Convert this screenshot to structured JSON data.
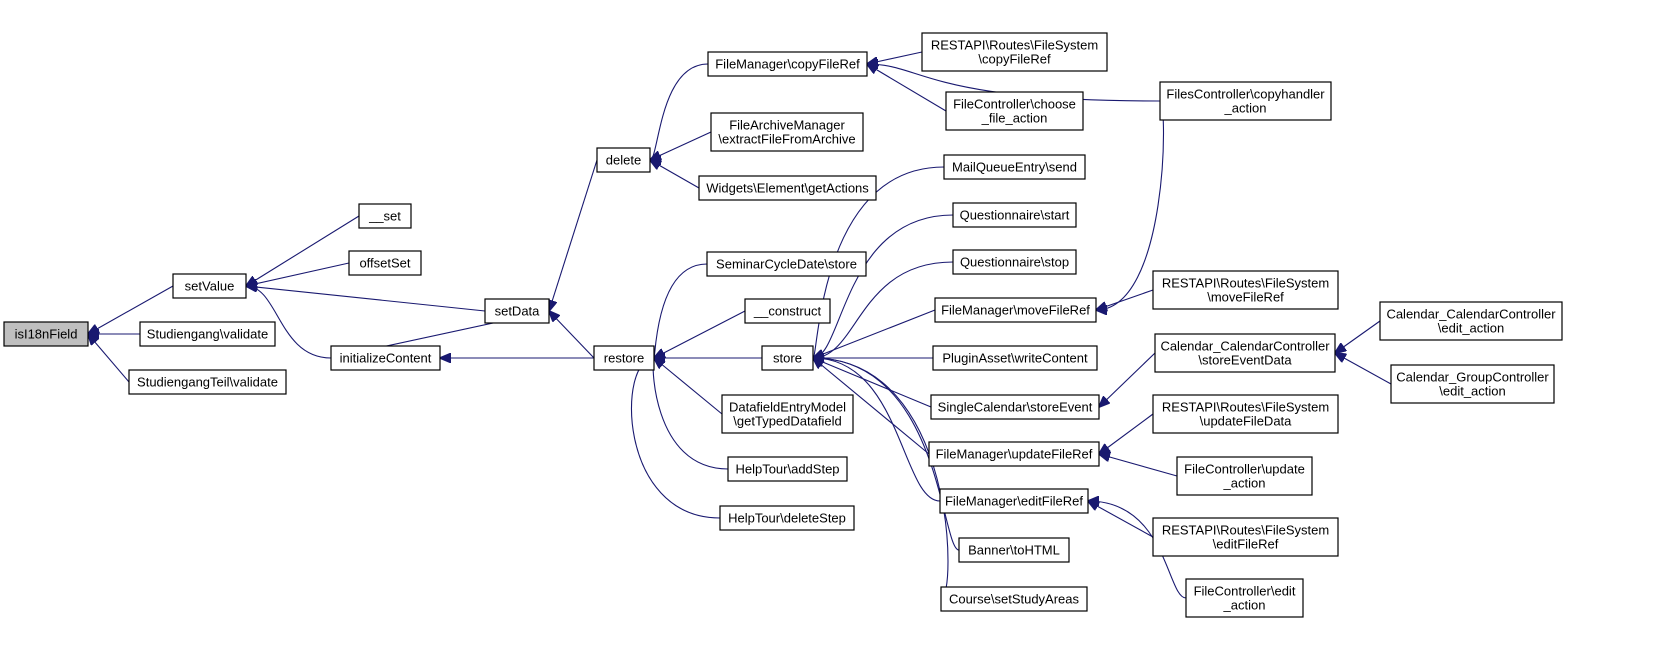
{
  "graph": {
    "root": "isI18nField",
    "nodes": [
      {
        "id": "isI18nField",
        "lines": [
          "isI18nField"
        ]
      },
      {
        "id": "setValue",
        "lines": [
          "setValue"
        ]
      },
      {
        "id": "studiengang_validate",
        "lines": [
          "Studiengang\\validate"
        ]
      },
      {
        "id": "studiengangteil_validate",
        "lines": [
          "StudiengangTeil\\validate"
        ]
      },
      {
        "id": "set",
        "lines": [
          "__set"
        ]
      },
      {
        "id": "offsetSet",
        "lines": [
          "offsetSet"
        ]
      },
      {
        "id": "setData",
        "lines": [
          "setData"
        ]
      },
      {
        "id": "initializeContent",
        "lines": [
          "initializeContent"
        ]
      },
      {
        "id": "restore",
        "lines": [
          "restore"
        ]
      },
      {
        "id": "delete",
        "lines": [
          "delete"
        ]
      },
      {
        "id": "fm_copyFileRef",
        "lines": [
          "FileManager\\copyFileRef"
        ]
      },
      {
        "id": "fam_extract",
        "lines": [
          "FileArchiveManager",
          "\\extractFileFromArchive"
        ]
      },
      {
        "id": "widgets_getActions",
        "lines": [
          "Widgets\\Element\\getActions"
        ]
      },
      {
        "id": "rest_copyFileRef",
        "lines": [
          "RESTAPI\\Routes\\FileSystem",
          "\\copyFileRef"
        ]
      },
      {
        "id": "fc_choose",
        "lines": [
          "FileController\\choose",
          "_file_action"
        ]
      },
      {
        "id": "files_copyhandler",
        "lines": [
          "FilesController\\copyhandler",
          "_action"
        ]
      },
      {
        "id": "scd_store",
        "lines": [
          "SeminarCycleDate\\store"
        ]
      },
      {
        "id": "construct",
        "lines": [
          "__construct"
        ]
      },
      {
        "id": "store",
        "lines": [
          "store"
        ]
      },
      {
        "id": "dem_getTyped",
        "lines": [
          "DatafieldEntryModel",
          "\\getTypedDatafield"
        ]
      },
      {
        "id": "ht_addStep",
        "lines": [
          "HelpTour\\addStep"
        ]
      },
      {
        "id": "ht_deleteStep",
        "lines": [
          "HelpTour\\deleteStep"
        ]
      },
      {
        "id": "mq_send",
        "lines": [
          "MailQueueEntry\\send"
        ]
      },
      {
        "id": "q_start",
        "lines": [
          "Questionnaire\\start"
        ]
      },
      {
        "id": "q_stop",
        "lines": [
          "Questionnaire\\stop"
        ]
      },
      {
        "id": "fm_move",
        "lines": [
          "FileManager\\moveFileRef"
        ]
      },
      {
        "id": "pa_write",
        "lines": [
          "PluginAsset\\writeContent"
        ]
      },
      {
        "id": "sc_storeEvent",
        "lines": [
          "SingleCalendar\\storeEvent"
        ]
      },
      {
        "id": "fm_update",
        "lines": [
          "FileManager\\updateFileRef"
        ]
      },
      {
        "id": "fm_edit",
        "lines": [
          "FileManager\\editFileRef"
        ]
      },
      {
        "id": "banner_toHTML",
        "lines": [
          "Banner\\toHTML"
        ]
      },
      {
        "id": "course_setStudy",
        "lines": [
          "Course\\setStudyAreas"
        ]
      },
      {
        "id": "rest_moveFileRef",
        "lines": [
          "RESTAPI\\Routes\\FileSystem",
          "\\moveFileRef"
        ]
      },
      {
        "id": "ccc_storeEventData",
        "lines": [
          "Calendar_CalendarController",
          "\\storeEventData"
        ]
      },
      {
        "id": "rest_updateFileData",
        "lines": [
          "RESTAPI\\Routes\\FileSystem",
          "\\updateFileData"
        ]
      },
      {
        "id": "fc_update",
        "lines": [
          "FileController\\update",
          "_action"
        ]
      },
      {
        "id": "rest_editFileRef",
        "lines": [
          "RESTAPI\\Routes\\FileSystem",
          "\\editFileRef"
        ]
      },
      {
        "id": "fc_edit",
        "lines": [
          "FileController\\edit",
          "_action"
        ]
      },
      {
        "id": "ccc_edit",
        "lines": [
          "Calendar_CalendarController",
          "\\edit_action"
        ]
      },
      {
        "id": "cgc_edit",
        "lines": [
          "Calendar_GroupController",
          "\\edit_action"
        ]
      }
    ],
    "edges": [
      [
        "setValue",
        "isI18nField"
      ],
      [
        "studiengang_validate",
        "isI18nField"
      ],
      [
        "studiengangteil_validate",
        "isI18nField"
      ],
      [
        "set",
        "setValue"
      ],
      [
        "offsetSet",
        "setValue"
      ],
      [
        "setData",
        "setValue"
      ],
      [
        "initializeContent",
        "setValue"
      ],
      [
        "restore",
        "setData"
      ],
      [
        "delete",
        "setData"
      ],
      [
        "initializeContent",
        "setData"
      ],
      [
        "restore",
        "initializeContent"
      ],
      [
        "fm_copyFileRef",
        "delete"
      ],
      [
        "fam_extract",
        "delete"
      ],
      [
        "widgets_getActions",
        "delete"
      ],
      [
        "rest_copyFileRef",
        "fm_copyFileRef"
      ],
      [
        "fc_choose",
        "fm_copyFileRef"
      ],
      [
        "files_copyhandler",
        "fm_copyFileRef"
      ],
      [
        "scd_store",
        "restore"
      ],
      [
        "construct",
        "restore"
      ],
      [
        "store",
        "restore"
      ],
      [
        "dem_getTyped",
        "restore"
      ],
      [
        "ht_addStep",
        "restore"
      ],
      [
        "ht_deleteStep",
        "restore"
      ],
      [
        "mq_send",
        "store"
      ],
      [
        "q_start",
        "store"
      ],
      [
        "q_stop",
        "store"
      ],
      [
        "fm_move",
        "store"
      ],
      [
        "pa_write",
        "store"
      ],
      [
        "sc_storeEvent",
        "store"
      ],
      [
        "fm_update",
        "store"
      ],
      [
        "fm_edit",
        "store"
      ],
      [
        "banner_toHTML",
        "store"
      ],
      [
        "course_setStudy",
        "store"
      ],
      [
        "rest_moveFileRef",
        "fm_move"
      ],
      [
        "files_copyhandler",
        "fm_move"
      ],
      [
        "ccc_storeEventData",
        "sc_storeEvent"
      ],
      [
        "rest_updateFileData",
        "fm_update"
      ],
      [
        "fc_update",
        "fm_update"
      ],
      [
        "rest_editFileRef",
        "fm_edit"
      ],
      [
        "fc_edit",
        "fm_edit"
      ],
      [
        "ccc_edit",
        "ccc_storeEventData"
      ],
      [
        "cgc_edit",
        "ccc_storeEventData"
      ]
    ]
  },
  "colors": {
    "edge": "#191970",
    "root_fill": "#bfbfbf",
    "node_fill": "#ffffff",
    "border": "#000000"
  }
}
